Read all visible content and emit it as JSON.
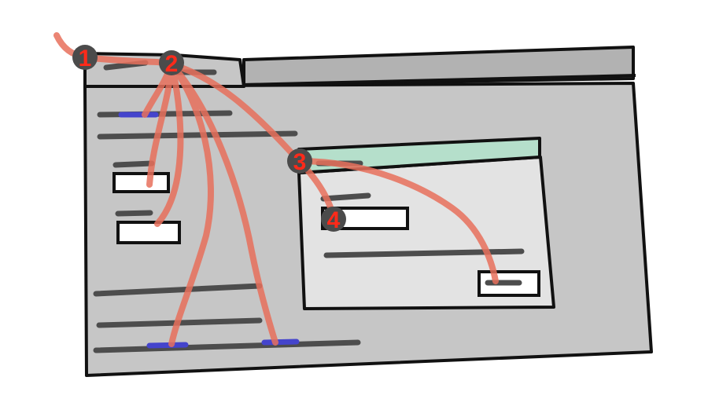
{
  "colors": {
    "window_bg": "#c6c6c6",
    "tab_bar": "#b2b2b2",
    "dialog_bg": "#e3e3e3",
    "dialog_titlebar": "#b5dfcb",
    "outline": "#111111",
    "placeholder_line": "#4d4d4d",
    "link_highlight": "#4444cc",
    "focus_path": "#e8705c",
    "marker_fill": "#4b4b4b",
    "marker_text": "#ff2a1a"
  },
  "markers": [
    {
      "label": "1"
    },
    {
      "label": "2"
    },
    {
      "label": "3"
    },
    {
      "label": "4"
    }
  ]
}
